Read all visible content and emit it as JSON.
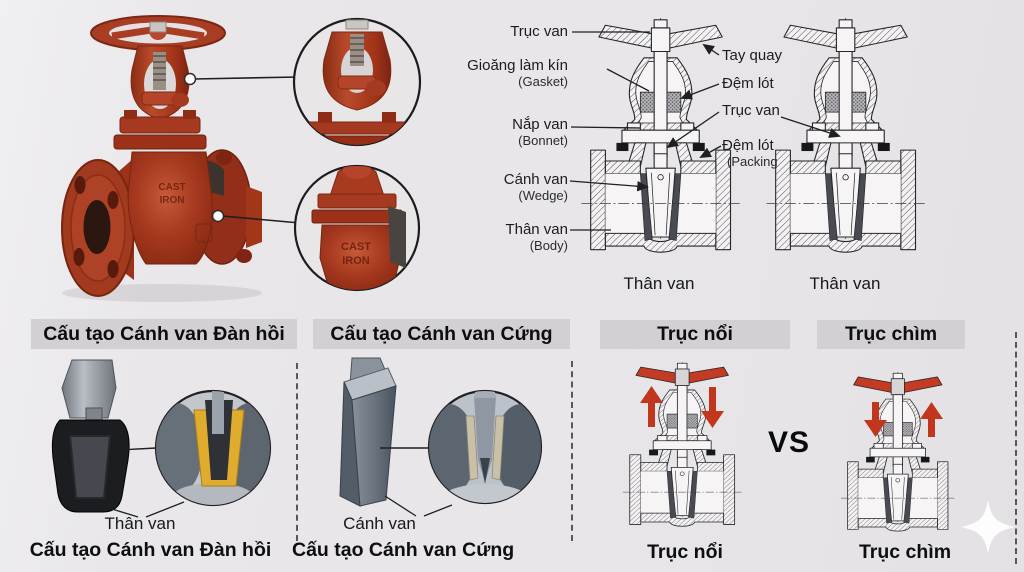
{
  "page": {
    "background": "#e9e7e9"
  },
  "photo": {
    "embossed_line1": "CAST",
    "embossed_line2": "IRON"
  },
  "diagram": {
    "left_labels": [
      {
        "text": "Trục van"
      },
      {
        "text": "Gioăng làm kín",
        "sub": "(Gasket)"
      },
      {
        "text": "Nắp van",
        "sub": "(Bonnet)"
      },
      {
        "text": "Cánh van",
        "sub": "(Wedge)"
      },
      {
        "text": "Thân van",
        "sub": "(Body)"
      }
    ],
    "right_labels": [
      {
        "text": "Tay quay"
      },
      {
        "text": "Đệm lót"
      },
      {
        "text": "Trục van"
      },
      {
        "text": "Đệm lót",
        "sub": "(Packing"
      }
    ],
    "valve1_caption": "Thân van",
    "valve2_caption": "Thân van"
  },
  "sections": {
    "headers": [
      "Cấu tạo Cánh van Đàn hồi",
      "Cấu tạo Cánh van Cứng",
      "Trục nổi",
      "Trục chìm"
    ],
    "elastic": {
      "part_label": "Thân van",
      "caption": "Cấu tạo Cánh van Đàn hồi"
    },
    "rigid": {
      "part_label": "Cánh van",
      "caption": "Cấu tạo Cánh van Cứng"
    },
    "rising": {
      "caption": "Trục nổi"
    },
    "nonrising": {
      "caption": "Trục chìm"
    },
    "vs_label": "VS"
  },
  "colors": {
    "valve_red": "#a83a20",
    "handwheel_red": "#c23b22",
    "arrow_red": "#c0371d",
    "header_bg": "#d2d0d2",
    "seal_yellow": "#e0ac2e",
    "line_ink": "#26262b"
  }
}
